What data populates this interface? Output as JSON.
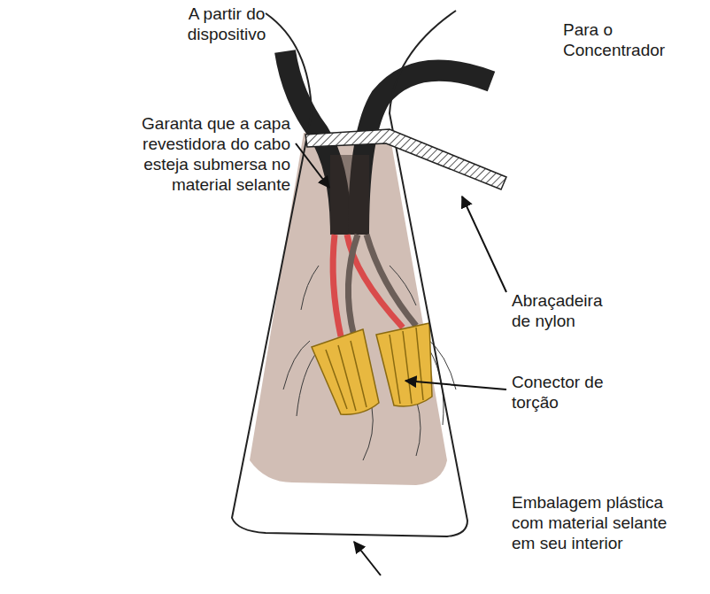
{
  "diagram": {
    "labels": [
      "A partir do dispositivo",
      "Para o Concentrador",
      "Garanta que a capa revestidora do cabo esteja submersa no material selante",
      "Abraçadeira de nylon",
      "Conector de torção",
      "Embalagem plástica com material selante em seu interior"
    ]
  }
}
